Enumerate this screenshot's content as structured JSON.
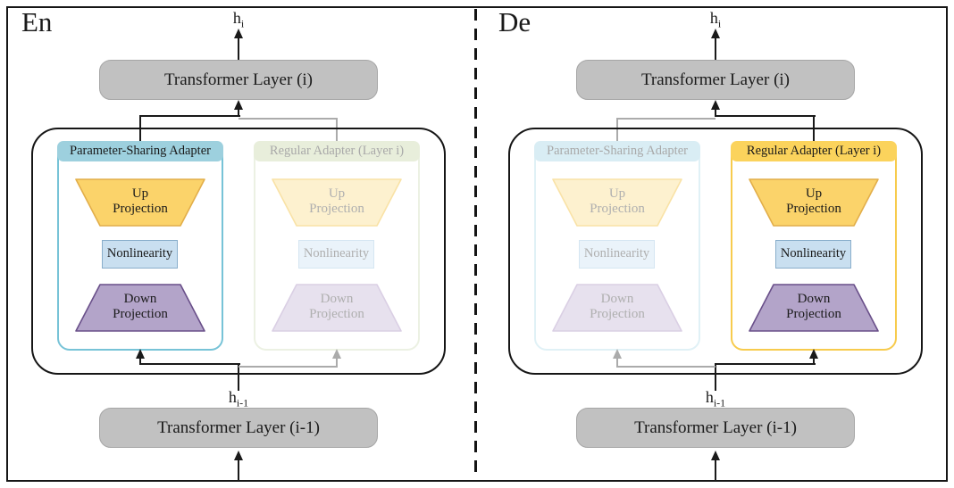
{
  "figure": {
    "type": "encoder-decoder adapter architecture diagram",
    "colors": {
      "sharing_adapter_active_header": "#9DD0DE",
      "regular_adapter_active_header": "#FBD35C",
      "regular_adapter_faded_header_en": "#E8EEDB",
      "sharing_adapter_faded_header_de": "#D9EDF4",
      "up_projection_fill": "#FBD36A",
      "up_projection_border": "#E2AE4A",
      "nonlinearity_fill": "#C9DFF0",
      "nonlinearity_border": "#89AECB",
      "down_projection_fill": "#B3A4C9",
      "down_projection_border": "#694F89",
      "transformer_box_fill": "#C1C1C1",
      "faded_text": "#A9A9A9",
      "line_black": "#1A1A1A",
      "line_gray": "#ABABAB"
    }
  },
  "panels": [
    {
      "title": "En",
      "output_label": {
        "base": "h",
        "sub": "i"
      },
      "input_label": {
        "base": "h",
        "sub": "i-1"
      },
      "transformer_top": "Transformer Layer (i)",
      "transformer_bottom": "Transformer Layer (i-1)",
      "adapters": [
        {
          "title": "Parameter-Sharing Adapter",
          "state": "active",
          "up_line1": "Up",
          "up_line2": "Projection",
          "nonlinearity": "Nonlinearity",
          "down_line1": "Down",
          "down_line2": "Projection"
        },
        {
          "title": "Regular Adapter (Layer i)",
          "state": "faded",
          "up_line1": "Up",
          "up_line2": "Projection",
          "nonlinearity": "Nonlinearity",
          "down_line1": "Down",
          "down_line2": "Projection"
        }
      ]
    },
    {
      "title": "De",
      "output_label": {
        "base": "h",
        "sub": "i"
      },
      "input_label": {
        "base": "h",
        "sub": "i-1"
      },
      "transformer_top": "Transformer Layer (i)",
      "transformer_bottom": "Transformer Layer (i-1)",
      "adapters": [
        {
          "title": "Parameter-Sharing Adapter",
          "state": "faded",
          "up_line1": "Up",
          "up_line2": "Projection",
          "nonlinearity": "Nonlinearity",
          "down_line1": "Down",
          "down_line2": "Projection"
        },
        {
          "title": "Regular Adapter (Layer i)",
          "state": "active",
          "up_line1": "Up",
          "up_line2": "Projection",
          "nonlinearity": "Nonlinearity",
          "down_line1": "Down",
          "down_line2": "Projection"
        }
      ]
    }
  ]
}
